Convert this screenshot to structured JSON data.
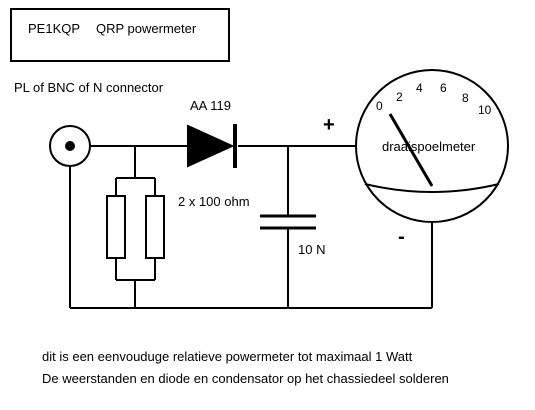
{
  "title_box": {
    "callsign": "PE1KQP",
    "name": "QRP powermeter"
  },
  "connector_label": "PL of BNC of N connector",
  "diode_label": "AA 119",
  "resistors_label": "2 x 100 ohm",
  "capacitor_label": "10 N",
  "meter": {
    "label": "draaispoelmeter",
    "scale": [
      "0",
      "2",
      "4",
      "6",
      "8",
      "10"
    ],
    "plus": "+",
    "minus": "-"
  },
  "footer": {
    "line1": "dit is een eenvouduge relatieve powermeter tot maximaal 1 Watt",
    "line2": "De weerstanden en diode en condensator op het chassiedeel solderen"
  }
}
